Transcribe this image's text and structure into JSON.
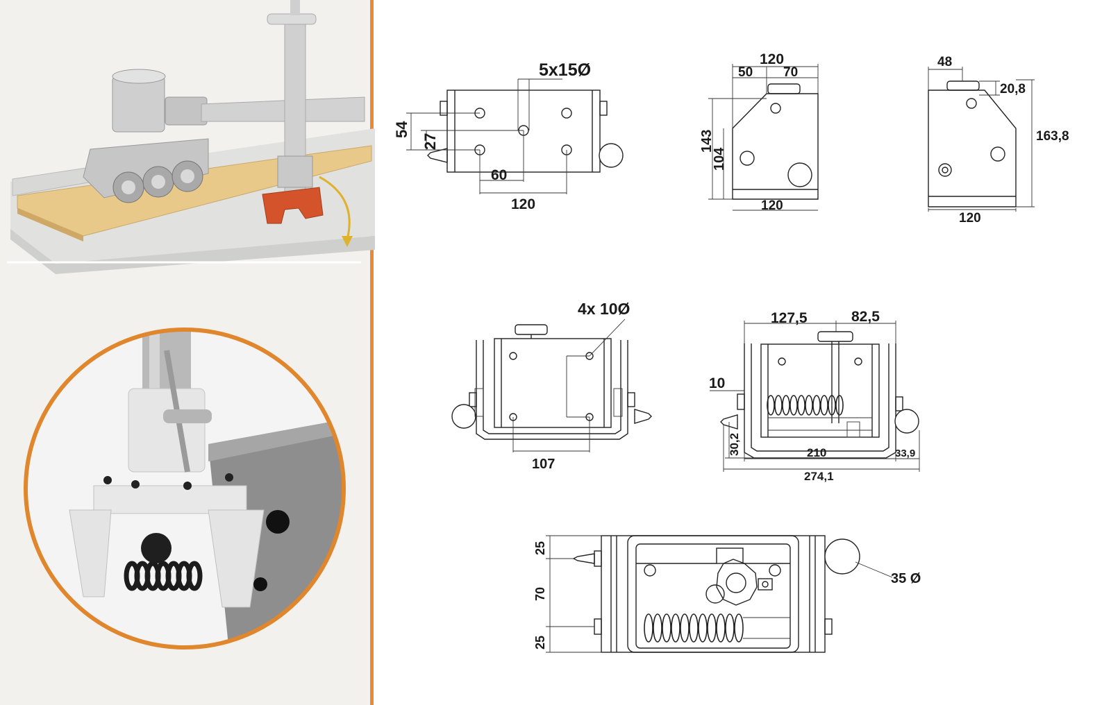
{
  "colors": {
    "accent": "#e8893a",
    "clamp_red": "#d4532a",
    "wood": "#e9c98a",
    "metal_grey": "#c9c9c9",
    "line": "#222222"
  },
  "top_view": {
    "holes_callout": "5x15Ø",
    "dim_height": "54",
    "dim_inner": "27",
    "dim_spacing": "60",
    "dim_width": "120"
  },
  "side_view_left": {
    "dim_total": "120",
    "dim_a": "50",
    "dim_b": "70",
    "dim_height": "143",
    "dim_inner": "104",
    "dim_bottom": "120"
  },
  "side_view_right": {
    "dim_top": "48",
    "dim_knob": "20,8",
    "dim_height": "163,8",
    "dim_bottom": "120"
  },
  "front_view": {
    "holes_callout": "4x 10Ø",
    "dim_bottom": "107"
  },
  "section_view": {
    "dim_left": "127,5",
    "dim_right": "82,5",
    "dim_10": "10",
    "dim_30": "30,2",
    "dim_210": "210",
    "dim_33": "33,9",
    "dim_total": "274,1"
  },
  "bottom_view": {
    "dim_25a": "25",
    "dim_70": "70",
    "dim_25b": "25",
    "knob_callout": "35 Ø"
  }
}
